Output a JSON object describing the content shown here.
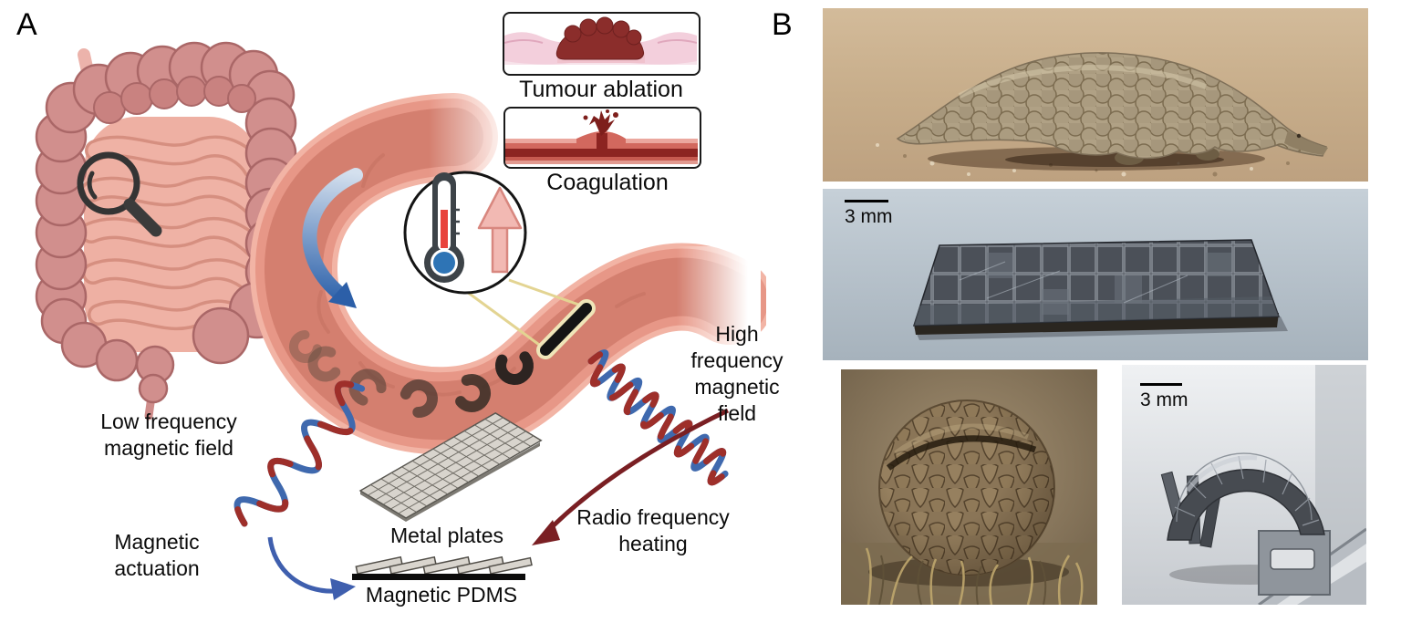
{
  "panel_a": {
    "label": "A",
    "insets": [
      {
        "label": "Tumour ablation"
      },
      {
        "label": "Coagulation"
      }
    ],
    "labels": {
      "low_frequency_field": "Low frequency\nmagnetic field",
      "magnetic_actuation": "Magnetic\nactuation",
      "high_frequency_field": "High\nfrequency\nmagnetic\nfield",
      "radio_frequency_heating": "Radio frequency\nheating",
      "metal_plates": "Metal plates",
      "magnetic_pdms": "Magnetic PDMS"
    },
    "colors": {
      "field_wave_red": "#9e2f2a",
      "field_wave_blue": "#3f69ae",
      "actuation_arrow_blue": "#2c5fa8",
      "heating_arrow_red": "#7a1f23",
      "intestine_pink": "#d18f8d",
      "tube_salmon": "#e79787",
      "device_black": "#151515",
      "thermometer_red": "#e8433c",
      "thermometer_blue": "#2e74b5"
    },
    "icons": [
      "magnifier-icon",
      "thermometer-icon",
      "temperature-up-arrow-icon",
      "rotation-arrow-icon",
      "rolled-device-icon",
      "capsule-device-icon",
      "sine-wave-icon",
      "zigzag-wave-icon",
      "metal-plates-grid-icon",
      "tilted-plates-icon"
    ]
  },
  "panel_b": {
    "label": "B",
    "photos": [
      {
        "name": "pangolin-walking"
      },
      {
        "name": "flat-scale-device",
        "scale_bar": "3 mm"
      },
      {
        "name": "pangolin-curled"
      },
      {
        "name": "arched-scale-device",
        "scale_bar": "3 mm"
      }
    ]
  }
}
